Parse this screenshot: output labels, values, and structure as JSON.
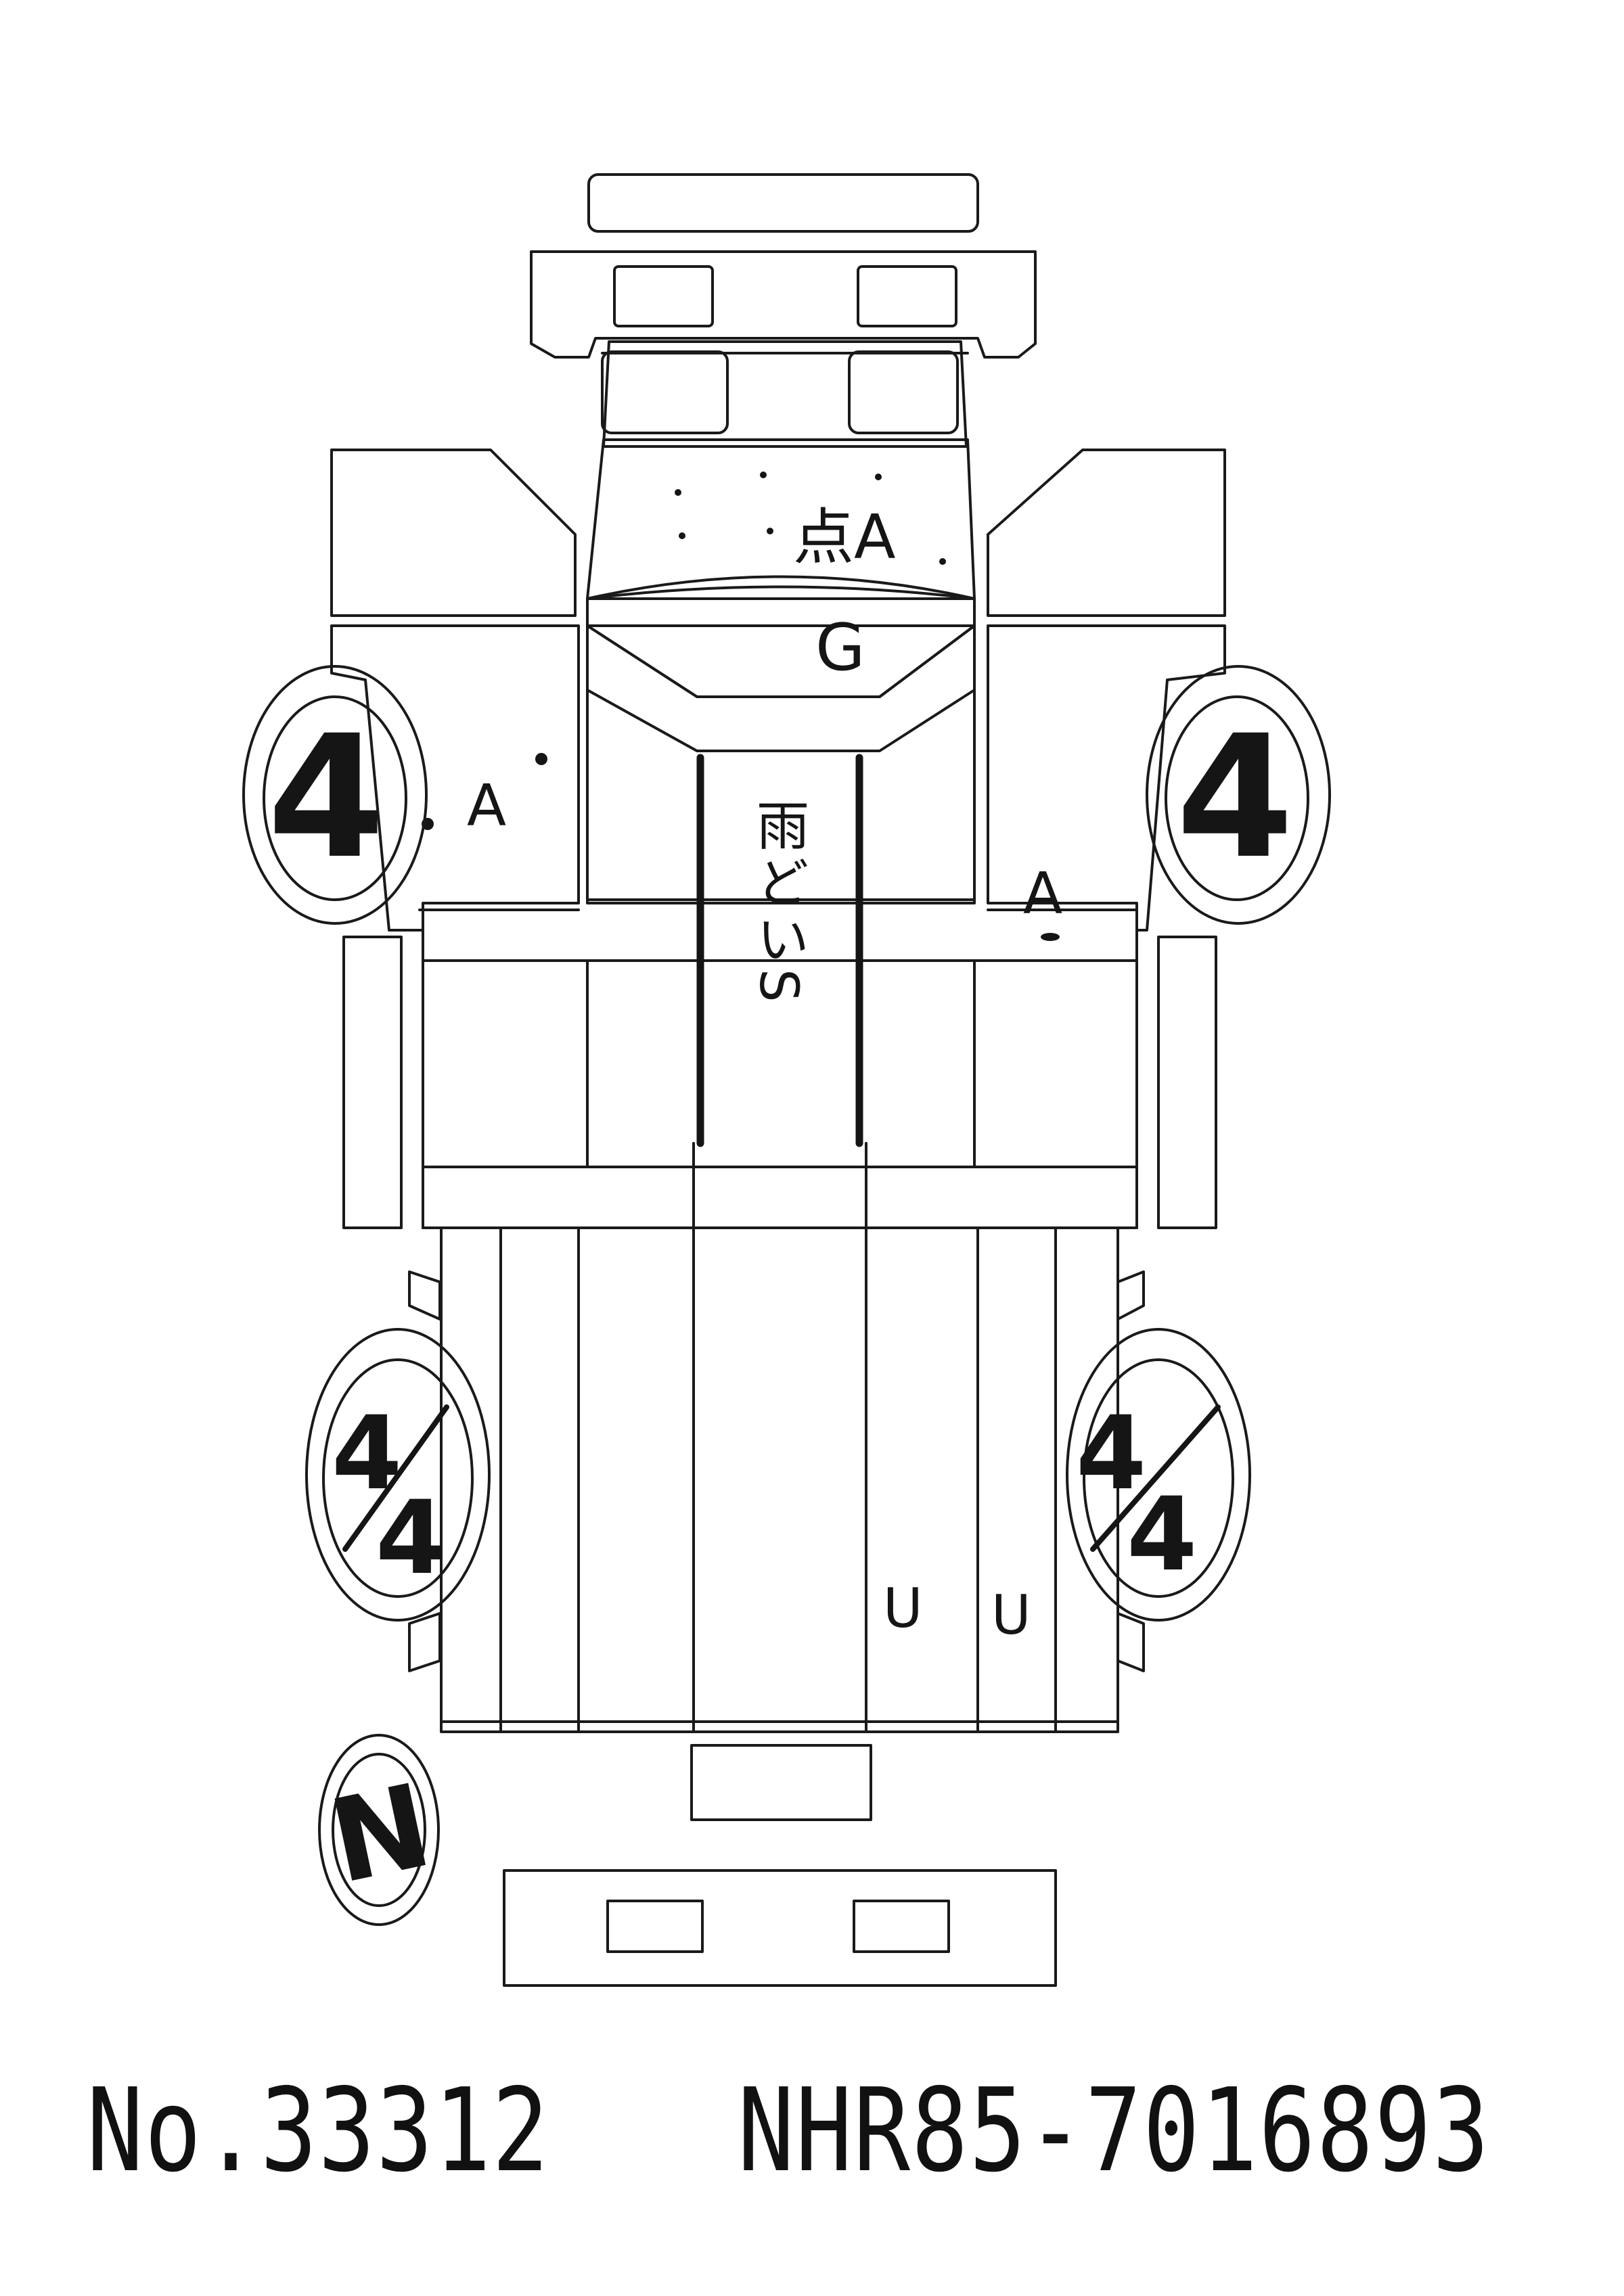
{
  "footer": {
    "stock_number": "No.33312",
    "chassis_number": "NHR85-7016893"
  },
  "annotations": {
    "hood": "点A",
    "windshield": "G",
    "rain_gutter": "雨どいS",
    "left_door": "A",
    "right_door": "A",
    "bed_mark_1": "U",
    "bed_mark_2": "U"
  },
  "tires": {
    "front_left": "4",
    "front_right": "4",
    "rear_left_top": "4",
    "rear_left_bottom": "4",
    "rear_right_top": "4",
    "rear_right_bottom": "4",
    "spare": "N"
  },
  "colors": {
    "line": "#1a1a1a",
    "ink": "#151515",
    "background": "#ffffff"
  }
}
